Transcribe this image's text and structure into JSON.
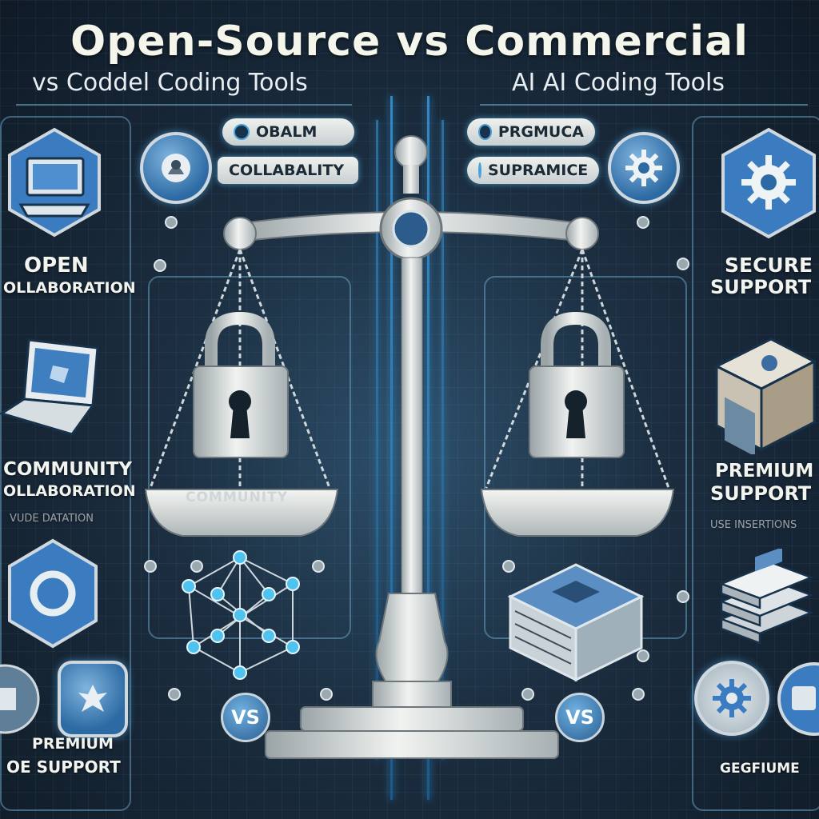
{
  "header": {
    "title": "Open-Source vs Commercial",
    "subtitle_left": "vs Coddel Coding Tools",
    "subtitle_right": "AI AI  Coding Tools"
  },
  "left_panel": {
    "label_open": "OPEN",
    "label_collab": "OLLABORATION",
    "label_community": "COMMUNITY",
    "label_community_collab": "OLLABORATION",
    "label_small": "VUDE DATATION",
    "label_premium": "PREMIUM",
    "label_premium_support": "OE SUPPORT"
  },
  "center_left": {
    "pill_top": "OBALM",
    "pill_bottom": "COLLABALITY",
    "pan_label": "COMMUNITY",
    "vs_label": "VS"
  },
  "center_right": {
    "pill_top": "PRGMUCA",
    "pill_bottom": "SUPRAMICE",
    "vs_label": "VS"
  },
  "right_panel": {
    "label_secure": "SECURE",
    "label_support": "SUPPORT",
    "label_premium": "PREMIUM",
    "label_premium_support": "SUPPORT",
    "label_small": "USE INSERTIONS",
    "label_bottom": "GEGFIUME"
  },
  "colors": {
    "accent_blue": "#3fb0ff",
    "badge_blue": "#2d6aa3",
    "metal": "#d9dedf"
  }
}
